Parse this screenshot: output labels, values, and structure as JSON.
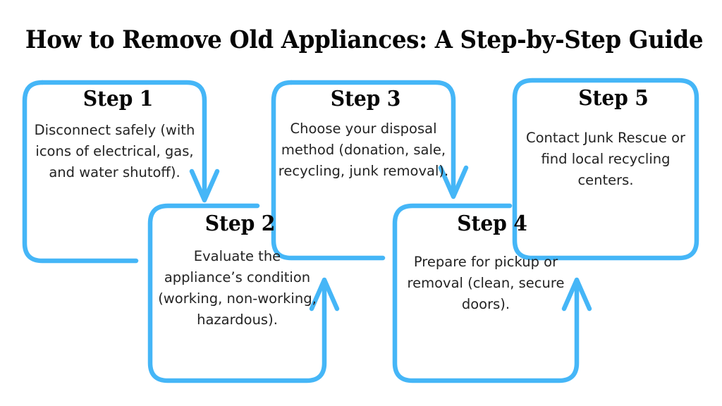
{
  "page": {
    "title": "How to Remove Old Appliances: A Step-by-Step Guide",
    "background_color": "#ffffff",
    "accent_color": "#45b6f7",
    "title_color": "#050505",
    "body_text_color": "#232323"
  },
  "diagram": {
    "type": "flowchart",
    "orientation": "serpentine-horizontal",
    "step_count": 5,
    "steps": [
      {
        "id": "step-1",
        "heading": "Step 1",
        "body": "Disconnect safely (with icons of electrical, gas, and water shutoff)."
      },
      {
        "id": "step-2",
        "heading": "Step 2",
        "body": "Evaluate the appliance’s condition (working, non-working, hazardous)."
      },
      {
        "id": "step-3",
        "heading": "Step 3",
        "body": "Choose your disposal method (donation, sale, recycling, junk removal)."
      },
      {
        "id": "step-4",
        "heading": "Step 4",
        "body": "Prepare for pickup or removal (clean, secure doors)."
      },
      {
        "id": "step-5",
        "heading": "Step 5",
        "body": "Contact Junk Rescue or find local recycling centers."
      }
    ],
    "connectors": [
      {
        "id": "arrow-step1-to-step2",
        "from": "step-1",
        "to": "step-2",
        "direction": "down"
      },
      {
        "id": "arrow-step2-to-step3",
        "from": "step-2",
        "to": "step-3",
        "direction": "up"
      },
      {
        "id": "arrow-step3-to-step4",
        "from": "step-3",
        "to": "step-4",
        "direction": "down"
      },
      {
        "id": "arrow-step4-to-step5",
        "from": "step-4",
        "to": "step-5",
        "direction": "up"
      }
    ]
  }
}
